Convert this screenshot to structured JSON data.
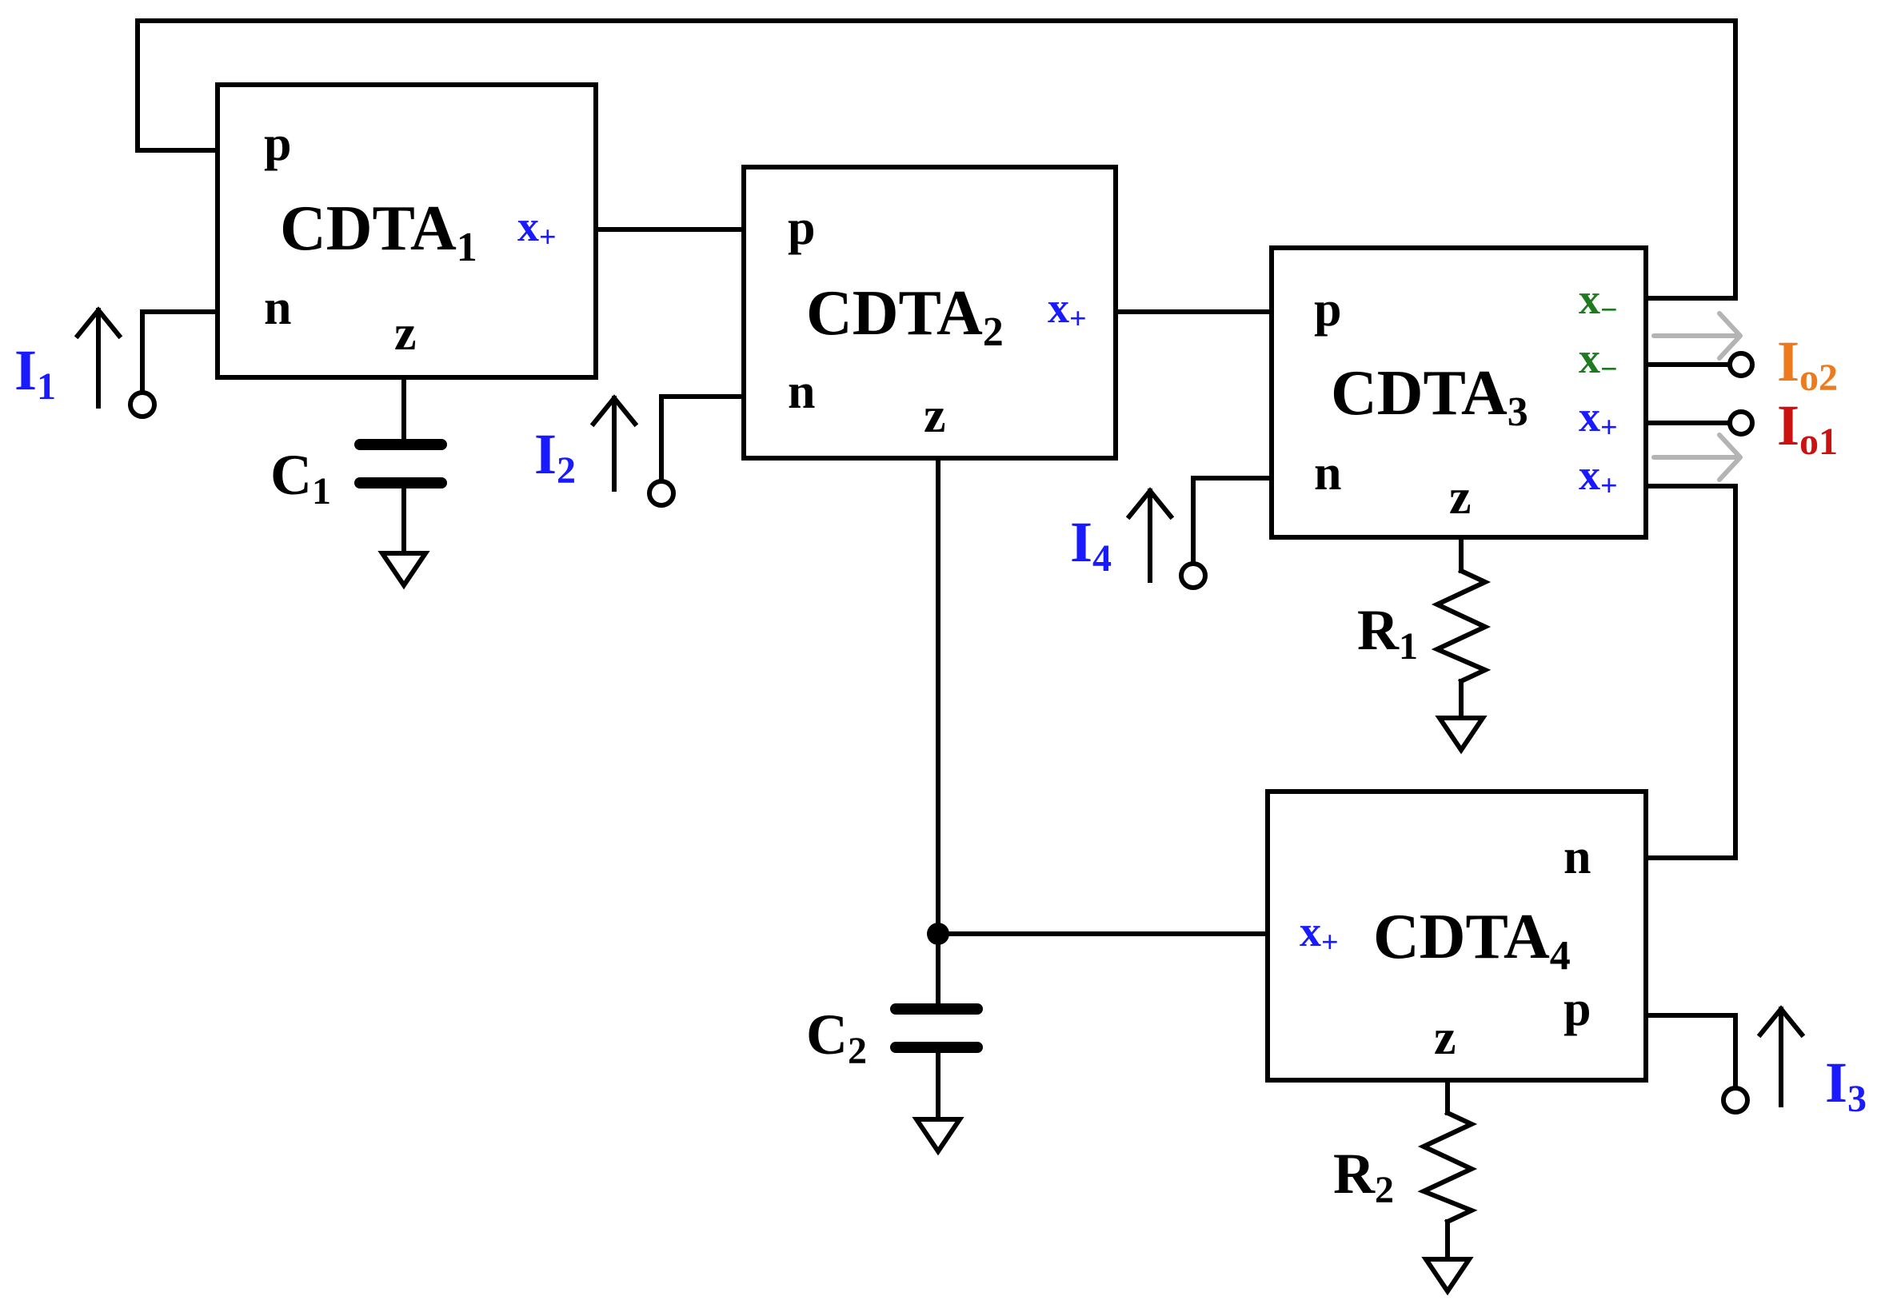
{
  "blocks": {
    "cdta1": {
      "name": "CDTA",
      "sub": "1",
      "p": "p",
      "n": "n",
      "z": "z",
      "x": "x",
      "x_sign": "+"
    },
    "cdta2": {
      "name": "CDTA",
      "sub": "2",
      "p": "p",
      "n": "n",
      "z": "z",
      "x": "x",
      "x_sign": "+"
    },
    "cdta3": {
      "name": "CDTA",
      "sub": "3",
      "p": "p",
      "n": "n",
      "z": "z",
      "xm1": "x",
      "xm1_sign": "−",
      "xm2": "x",
      "xm2_sign": "−",
      "xp1": "x",
      "xp1_sign": "+",
      "xp2": "x",
      "xp2_sign": "+"
    },
    "cdta4": {
      "name": "CDTA",
      "sub": "4",
      "p": "p",
      "n": "n",
      "z": "z",
      "x": "x",
      "x_sign": "+"
    }
  },
  "components": {
    "c1": {
      "letter": "C",
      "sub": "1"
    },
    "c2": {
      "letter": "C",
      "sub": "2"
    },
    "r1": {
      "letter": "R",
      "sub": "1"
    },
    "r2": {
      "letter": "R",
      "sub": "2"
    }
  },
  "currents": {
    "i1": {
      "letter": "I",
      "sub": "1"
    },
    "i2": {
      "letter": "I",
      "sub": "2"
    },
    "i3": {
      "letter": "I",
      "sub": "3"
    },
    "i4": {
      "letter": "I",
      "sub": "4"
    },
    "io1": {
      "letter": "I",
      "sub": "o1"
    },
    "io2": {
      "letter": "I",
      "sub": "o2"
    }
  },
  "colors": {
    "input_current": "#1a1aff",
    "x_plus": "#1a1aff",
    "x_minus": "#1f7a1f",
    "io1": "#cc1111",
    "io2": "#ee7a1e",
    "output_arrow": "#b4b4b4",
    "wire": "#000000"
  }
}
